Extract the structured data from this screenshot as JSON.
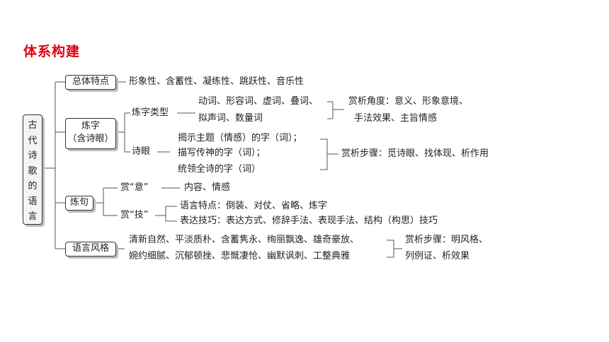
{
  "header": {
    "title": "体系构建"
  },
  "root": {
    "label": "古代诗歌的语言"
  },
  "branches": {
    "features": {
      "label": "总体特点",
      "content": "形象性、含蓄性、凝练性、跳跃性、音乐性"
    },
    "word": {
      "label_line1": "炼字",
      "label_line2": "（含诗眼）",
      "types": {
        "label": "炼字类型",
        "items_line1": "动词、形容词、虚词、叠词、",
        "items_line2": "拟声词、数量词",
        "appreciation_line1": "赏析角度：意义、形象意境、",
        "appreciation_line2": "手法效果、主旨情感"
      },
      "eye": {
        "label": "诗眼",
        "item1": "揭示主题（情感）的字（词）；",
        "item2": "描写传神的字（词）；",
        "item3": "统领全诗的字（词）",
        "steps": "赏析步骤：觅诗眼、找体现、析作用"
      }
    },
    "sentence": {
      "label": "炼句",
      "meaning": {
        "label": "赏“意”",
        "content": "内容、情感"
      },
      "skill": {
        "label": "赏“技”",
        "features": "语言特点：倒装、对仗、省略、炼字",
        "techniques": "表达技巧：表达方式、修辞手法、表现手法、结构（构思）技巧"
      }
    },
    "style": {
      "label": "语言风格",
      "line1": "清新自然、平淡质朴、含蓄隽永、绚丽飘逸、雄奇豪放、",
      "line2": "婉约细腻、沉郁顿挫、悲慨凄怆、幽默讽刺、工整典雅",
      "steps_line1": "赏析步骤：明风格、",
      "steps_line2": "列例证、析效果"
    }
  }
}
